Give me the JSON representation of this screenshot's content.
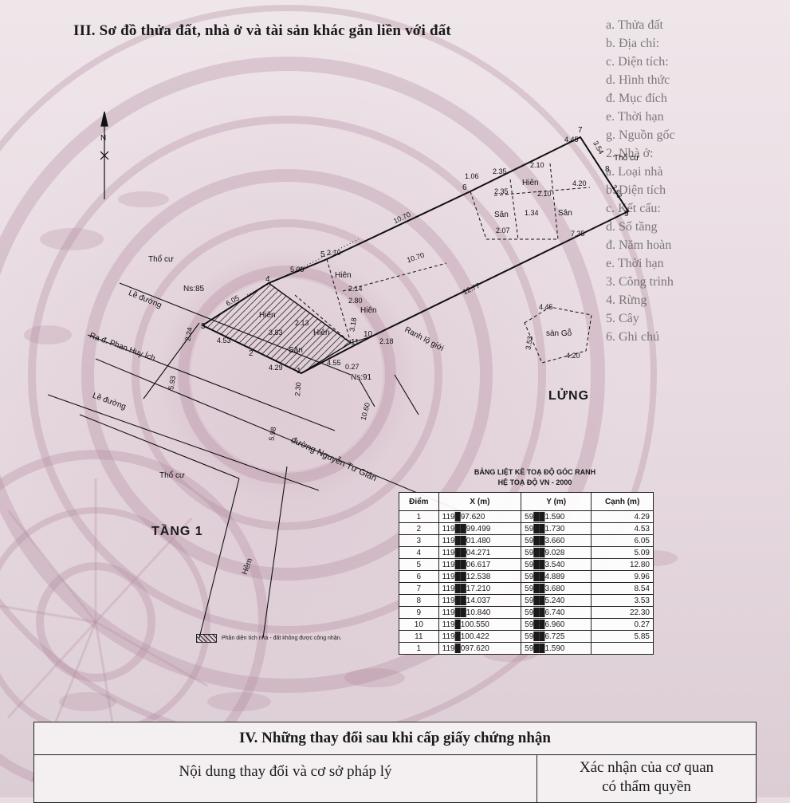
{
  "document": {
    "section3_title": "III. Sơ đồ thửa đất, nhà ở và tài sản khác gắn liền với đất",
    "floor_ground_label": "TẦNG 1",
    "floor_mezzanine_label": "LỬNG",
    "legend_text": "Phần diện tích nhà - đất không được công nhận."
  },
  "plan_labels": {
    "tho_cu_top": "Thổ cư",
    "tho_cu_right": "Thổ cư",
    "tho_cu_bottom": "Thổ cư",
    "le_duong_1": "Lề đường",
    "le_duong_2": "Lề đường",
    "ra_phan_huy_ich": "Ra đ. Phan Huy Ích",
    "street_name": "đường Nguyễn Tư Giản",
    "hem": "Hẻm",
    "ranh_lo_gioi": "Ranh lộ giới",
    "ns85": "Ns:85",
    "ns91": "Ns:91",
    "hien": "Hiên",
    "san": "Sân",
    "san_go": "sàn Gỗ",
    "north": "N"
  },
  "dimensions": {
    "d_605": "6.05",
    "d_509": "5.09",
    "d_210a": "2.10",
    "d_1070a": "10.70",
    "d_1070b": "10.70",
    "d_1277": "12.77",
    "d_735": "7.35",
    "d_453": "4.53",
    "d_429": "4.29",
    "d_455": "4.55",
    "d_027": "0.27",
    "d_218": "2.18",
    "d_224": "2.24",
    "d_593": "5.93",
    "d_230": "2.30",
    "d_598": "5.98",
    "d_1060": "10.60",
    "d_445a": "4.45",
    "d_354": "3.54",
    "d_353": "3.53",
    "d_420a": "4.20",
    "d_235a": "2.35",
    "d_210b": "2.10",
    "d_235b": "2.35",
    "d_210c": "2.10",
    "d_207": "2.07",
    "d_134": "1.34",
    "d_106": "1.06",
    "d_445b": "4.45",
    "d_420b": "4.20",
    "d_353b": "3.53",
    "d_214": "2.14",
    "d_280": "2.80",
    "d_213": "2.13",
    "d_383": "3.83",
    "d_318": "3.18"
  },
  "points": {
    "p1": "1",
    "p2": "2",
    "p3": "3",
    "p4": "4",
    "p5": "5",
    "p6": "6",
    "p7": "7",
    "p8": "8",
    "p9": "9",
    "p10": "10",
    "p11": "11"
  },
  "coord_table": {
    "caption_line1": "BẢNG LIỆT KÊ TOẠ ĐỘ GÓC RANH",
    "caption_line2": "HỆ TOẠ ĐỘ VN - 2000",
    "headers": [
      "Điểm",
      "X (m)",
      "Y (m)",
      "Cạnh (m)"
    ],
    "rows": [
      [
        "1",
        "119█97.620",
        "59██1.590",
        "4.29"
      ],
      [
        "2",
        "119██99.499",
        "59██1.730",
        "4.53"
      ],
      [
        "3",
        "119██01.480",
        "59██3.660",
        "6.05"
      ],
      [
        "4",
        "119██04.271",
        "59██9.028",
        "5.09"
      ],
      [
        "5",
        "119██06.617",
        "59██3.540",
        "12.80"
      ],
      [
        "6",
        "119██12.538",
        "59██4.889",
        "9.96"
      ],
      [
        "7",
        "119██17.210",
        "59██3.680",
        "8.54"
      ],
      [
        "8",
        "119██14.037",
        "59██5.240",
        "3.53"
      ],
      [
        "9",
        "119██10.840",
        "59██6.740",
        "22.30"
      ],
      [
        "10",
        "119█100.550",
        "59██6.960",
        "0.27"
      ],
      [
        "11",
        "119█100.422",
        "59██6.725",
        "5.85"
      ],
      [
        "1",
        "119█097.620",
        "59██1.590",
        ""
      ]
    ]
  },
  "section4": {
    "title": "IV. Những thay đổi sau khi cấp giấy chứng nhận",
    "col1": "Nội dung thay đổi và cơ sở pháp lý",
    "col2_line1": "Xác nhận của cơ quan",
    "col2_line2": "có thẩm quyền"
  },
  "bleed_text": [
    "a. Thửa đất",
    "b. Địa chỉ:",
    "c. Diện tích:",
    "d. Hình thức",
    "đ. Mục đích",
    "e. Thời hạn",
    "g. Nguồn gốc",
    "2. Nhà ở:",
    "a. Loại nhà",
    "b. Diện tích",
    "c. Kết cấu:",
    "d. Số tầng",
    "đ. Năm hoàn",
    "e. Thời hạn",
    "3. Công trình",
    "4. Rừng",
    "5. Cây",
    "6. Ghi chú"
  ]
}
